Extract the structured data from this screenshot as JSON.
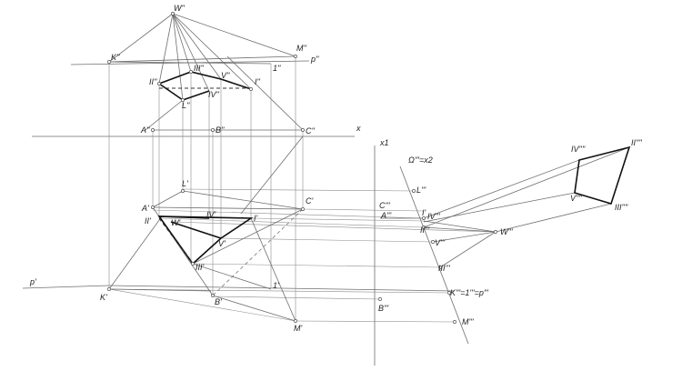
{
  "labels": {
    "W2": "W''",
    "K2": "K''",
    "M2": "M''",
    "p2": "p''",
    "III2": "III''",
    "one2": "1''",
    "II2": "II''",
    "V2": "V''",
    "I2": "I''",
    "IV2": "IV''",
    "L2": "L''",
    "A2": "A''",
    "B2": "B''",
    "C2": "C''",
    "x": "x",
    "x1": "x1",
    "omega": "Ω'''=x2",
    "IV4": "IV''''",
    "II4": "II''''",
    "V4": "V''''",
    "III4": "III''''",
    "L1": "L'",
    "L3": "L'''",
    "A1": "A'",
    "C1": "C'",
    "C3": "C'''",
    "A3": "A'''",
    "I1": "I'",
    "IV3": "IV'''",
    "II1": "II'",
    "W1": "W'",
    "IV1": "IV'",
    "I1b": "I'",
    "II3": "II'''",
    "W3": "W'''",
    "V1": "V'",
    "V3": "V'''",
    "III1": "III'",
    "III3": "III'''",
    "p1": "p'",
    "K1": "K'",
    "one1": "1'",
    "B1": "B'",
    "K3": "K'''=1'''=p'''",
    "B3": "B'''",
    "M1": "M'",
    "M3": "M'''"
  },
  "colors": {
    "construction": "#6e6e6e",
    "outline": "#111111",
    "text": "#222222"
  }
}
